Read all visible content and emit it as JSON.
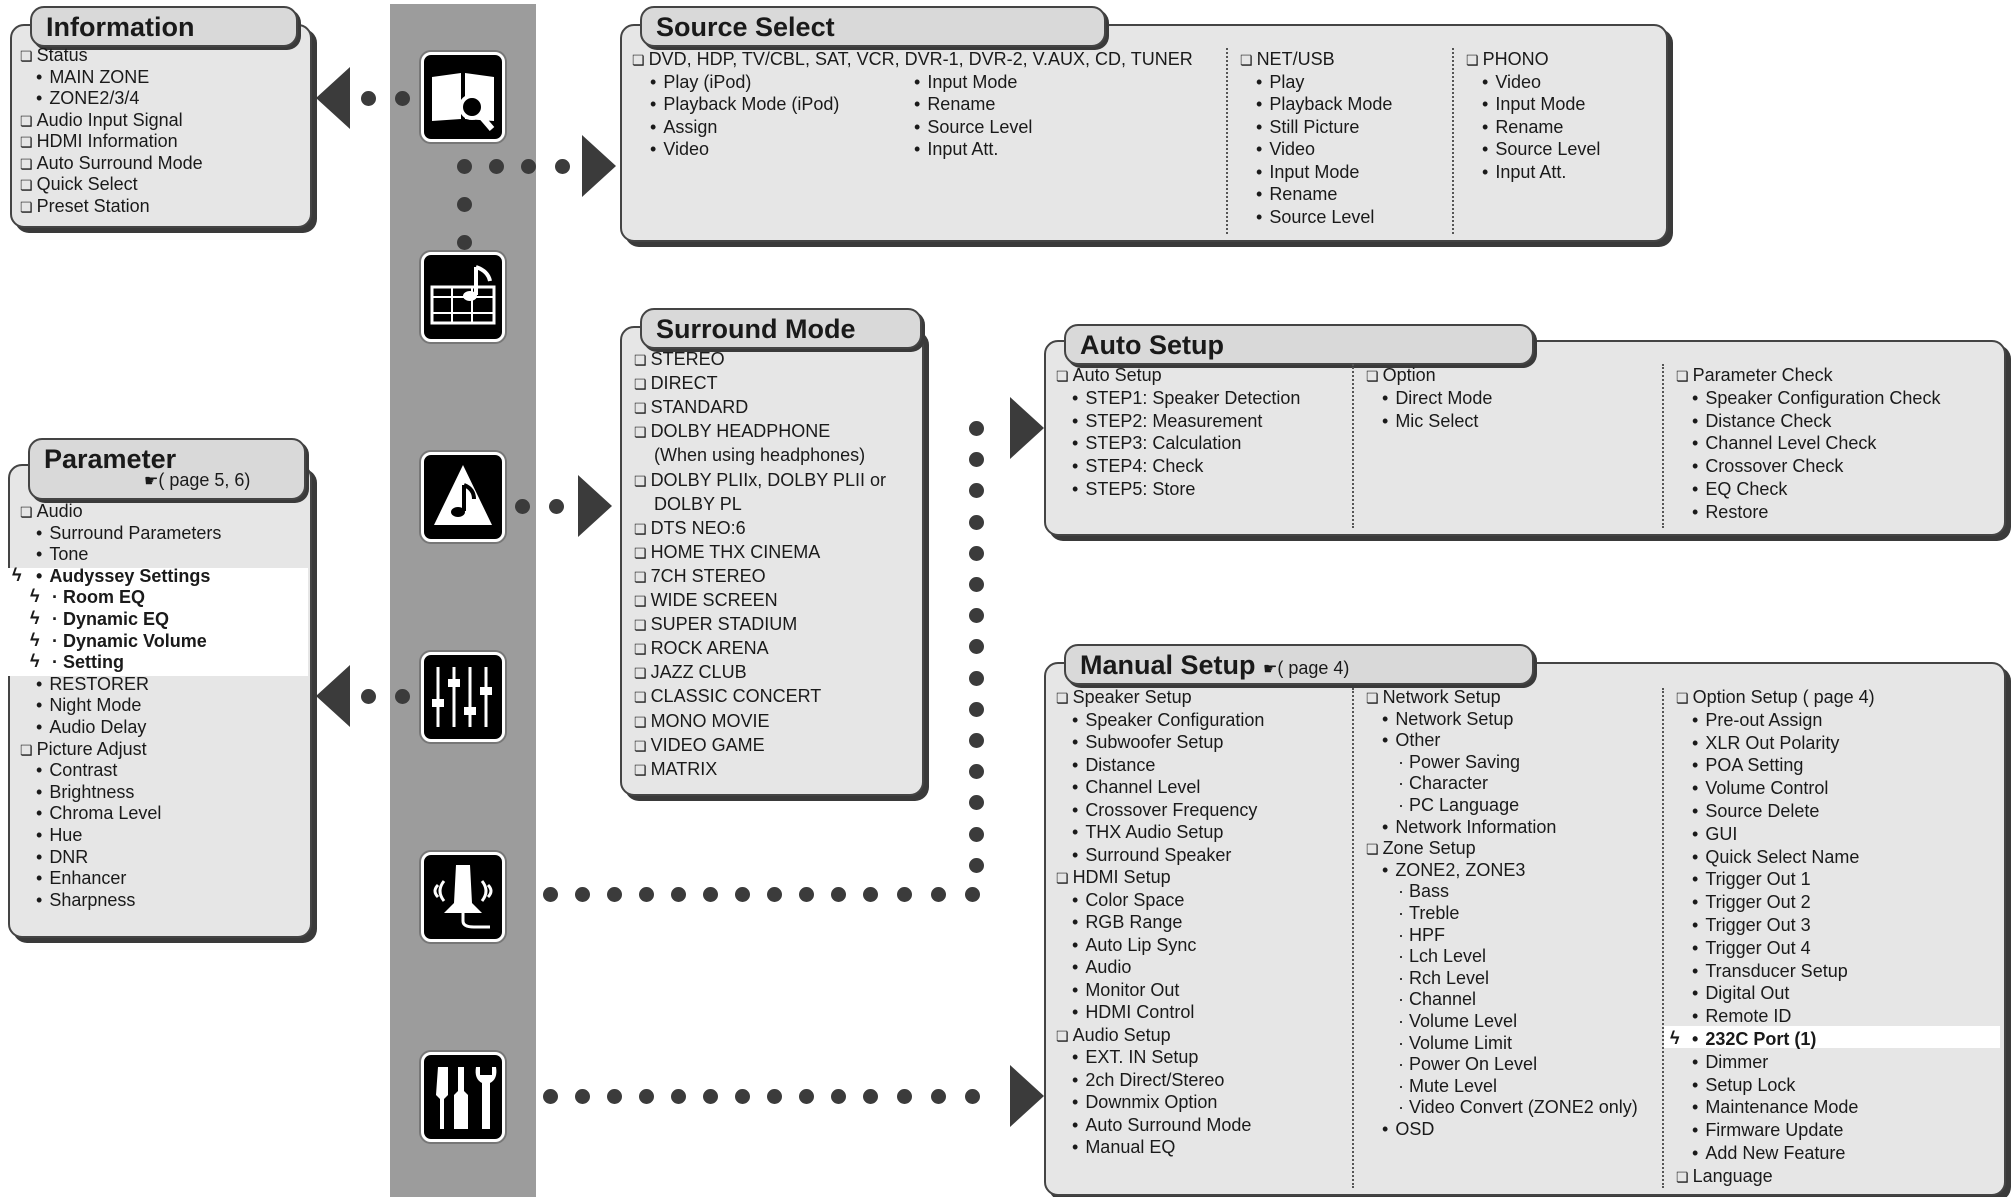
{
  "info": {
    "title": "Information",
    "items": [
      "Status",
      "MAIN ZONE",
      "ZONE2/3/4",
      "Audio Input Signal",
      "HDMI Information",
      "Auto Surround Mode",
      "Quick Select",
      "Preset Station"
    ]
  },
  "parameter": {
    "title": "Parameter",
    "pageref": "( page 5, 6)",
    "items": [
      "Audio",
      "Surround Parameters",
      "Tone",
      "Audyssey Settings",
      "· Room EQ",
      "· Dynamic EQ",
      "· Dynamic Volume",
      "· Setting",
      "RESTORER",
      "Night Mode",
      "Audio Delay",
      "Picture Adjust",
      "Contrast",
      "Brightness",
      "Chroma Level",
      "Hue",
      "DNR",
      "Enhancer",
      "Sharpness"
    ]
  },
  "source": {
    "title": "Source Select",
    "col1_header": "DVD, HDP, TV/CBL, SAT, VCR, DVR-1, DVR-2, V.AUX, CD, TUNER",
    "col1a": [
      "Play (iPod)",
      "Playback Mode (iPod)",
      "Assign",
      "Video"
    ],
    "col1b": [
      "Input Mode",
      "Rename",
      "Source Level",
      "Input Att."
    ],
    "col2": [
      "NET/USB",
      "Play",
      "Playback Mode",
      "Still Picture",
      "Video",
      "Input Mode",
      "Rename",
      "Source Level"
    ],
    "col3": [
      "PHONO",
      "Video",
      "Input Mode",
      "Rename",
      "Source Level",
      "Input Att."
    ]
  },
  "surround": {
    "title": "Surround Mode",
    "items": [
      "STEREO",
      "DIRECT",
      "STANDARD",
      "DOLBY HEADPHONE",
      "(When using headphones)",
      "DOLBY PLIIx, DOLBY PLII or",
      "DOLBY PL",
      "DTS NEO:6",
      "HOME THX CINEMA",
      "7CH STEREO",
      "WIDE SCREEN",
      "SUPER STADIUM",
      "ROCK ARENA",
      "JAZZ CLUB",
      "CLASSIC CONCERT",
      "MONO MOVIE",
      "VIDEO GAME",
      "MATRIX"
    ]
  },
  "auto": {
    "title": "Auto Setup",
    "col1": [
      "Auto Setup",
      "STEP1: Speaker Detection",
      "STEP2: Measurement",
      "STEP3: Calculation",
      "STEP4: Check",
      "STEP5: Store"
    ],
    "col2": [
      "Option",
      "Direct Mode",
      "Mic Select"
    ],
    "col3": [
      "Parameter Check",
      "Speaker Configuration Check",
      "Distance Check",
      "Channel Level Check",
      "Crossover Check",
      "EQ Check",
      "Restore"
    ]
  },
  "manual": {
    "title": "Manual Setup",
    "title_ref": "( page 4)",
    "col1": [
      "Speaker Setup",
      "Speaker Configuration",
      "Subwoofer Setup",
      "Distance",
      "Channel Level",
      "Crossover Frequency",
      "THX Audio Setup",
      "Surround Speaker",
      "HDMI Setup",
      "Color Space",
      "RGB Range",
      "Auto Lip Sync",
      "Audio",
      "Monitor Out",
      "HDMI Control",
      "Audio Setup",
      "EXT. IN Setup",
      "2ch Direct/Stereo",
      "Downmix Option",
      "Auto Surround Mode",
      "Manual EQ"
    ],
    "col2": [
      "Network Setup",
      "Network Setup",
      "Other",
      "Power Saving",
      "Character",
      "PC Language",
      "Network Information",
      "Zone Setup",
      "ZONE2, ZONE3",
      "Bass",
      "Treble",
      "HPF",
      "Lch Level",
      "Rch Level",
      "Channel",
      "Volume Level",
      "Volume Limit",
      "Power On Level",
      "Mute Level",
      "Video Convert (ZONE2 only)",
      "OSD"
    ],
    "col3": [
      "Option Setup ( page 4)",
      "Pre-out Assign",
      "XLR Out Polarity",
      "POA Setting",
      "Volume Control",
      "Source Delete",
      "GUI",
      "Quick Select Name",
      "Trigger Out 1",
      "Trigger Out 2",
      "Trigger Out 3",
      "Trigger Out 4",
      "Transducer Setup",
      "Digital Out",
      "Remote ID",
      "232C Port (1)",
      "Dimmer",
      "Setup Lock",
      "Maintenance Mode",
      "Firmware Update",
      "Add New Feature",
      "Language"
    ]
  },
  "icons": [
    "information-icon",
    "source-select-icon",
    "surround-mode-icon",
    "parameter-icon",
    "auto-setup-icon",
    "manual-setup-icon"
  ],
  "colors": {
    "panel": "#e6e6e6",
    "spine": "#9c9c9c",
    "shadow": "#3a3a3a",
    "dot": "#3b3b3b"
  }
}
